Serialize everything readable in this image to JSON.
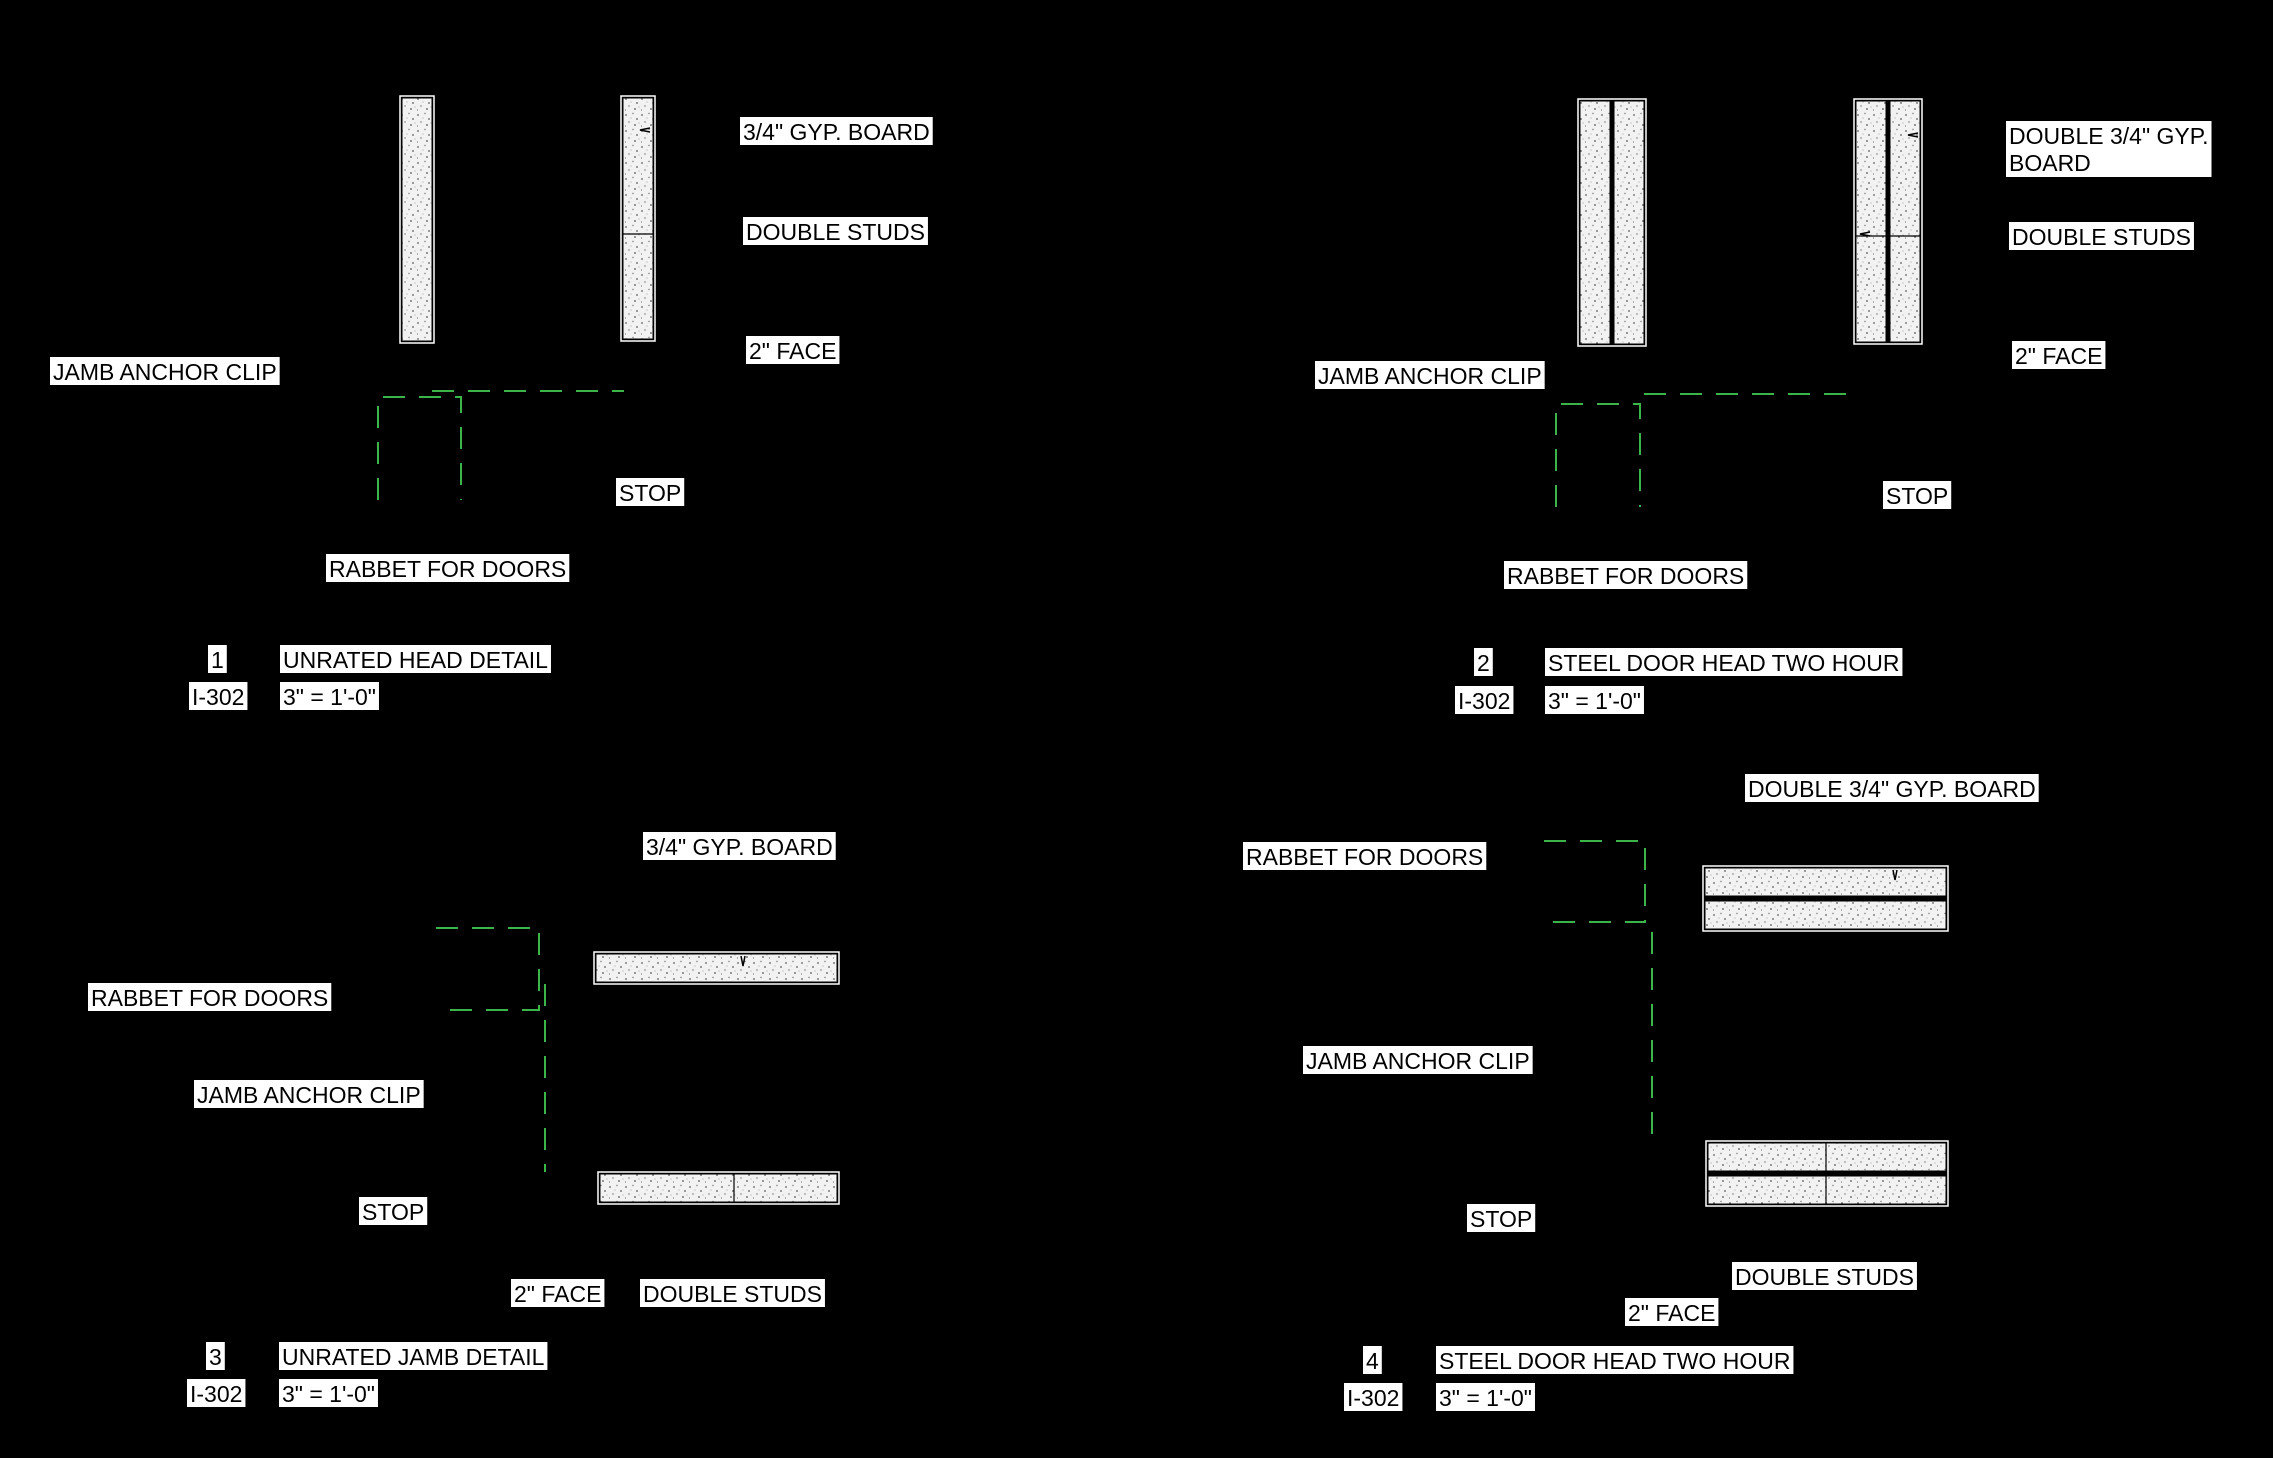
{
  "drawing": {
    "background": "#000000",
    "label_background": "#ffffff",
    "label_text_color": "#000000",
    "clip_color": "#3bb54a",
    "board_fill": "#f2f2f2"
  },
  "details": [
    {
      "number": "1",
      "sheet": "I-302",
      "title": "UNRATED HEAD DETAIL",
      "scale": "3\" = 1'-0\"",
      "labels": {
        "gyp_board": "3/4\" GYP. BOARD",
        "double_studs": "DOUBLE STUDS",
        "face": "2\" FACE",
        "jamb_anchor_clip": "JAMB ANCHOR CLIP",
        "stop": "STOP",
        "rabbet": "RABBET FOR DOORS"
      }
    },
    {
      "number": "2",
      "sheet": "I-302",
      "title": "STEEL DOOR HEAD TWO HOUR",
      "scale": "3\" = 1'-0\"",
      "labels": {
        "gyp_board_line1": "DOUBLE 3/4\" GYP.",
        "gyp_board_line2": "BOARD",
        "double_studs": "DOUBLE STUDS",
        "face": "2\" FACE",
        "jamb_anchor_clip": "JAMB ANCHOR CLIP",
        "stop": "STOP",
        "rabbet": "RABBET FOR DOORS"
      }
    },
    {
      "number": "3",
      "sheet": "I-302",
      "title": "UNRATED JAMB DETAIL",
      "scale": "3\" = 1'-0\"",
      "labels": {
        "gyp_board": "3/4\" GYP. BOARD",
        "rabbet": "RABBET FOR DOORS",
        "jamb_anchor_clip": "JAMB ANCHOR CLIP",
        "stop": "STOP",
        "face": "2\" FACE",
        "double_studs": "DOUBLE STUDS"
      }
    },
    {
      "number": "4",
      "sheet": "I-302",
      "title": "STEEL DOOR HEAD TWO HOUR",
      "scale": "3\" = 1'-0\"",
      "labels": {
        "gyp_board": "DOUBLE 3/4\" GYP. BOARD",
        "rabbet": "RABBET FOR DOORS",
        "jamb_anchor_clip": "JAMB ANCHOR CLIP",
        "stop": "STOP",
        "double_studs": "DOUBLE STUDS",
        "face": "2\" FACE"
      }
    }
  ]
}
